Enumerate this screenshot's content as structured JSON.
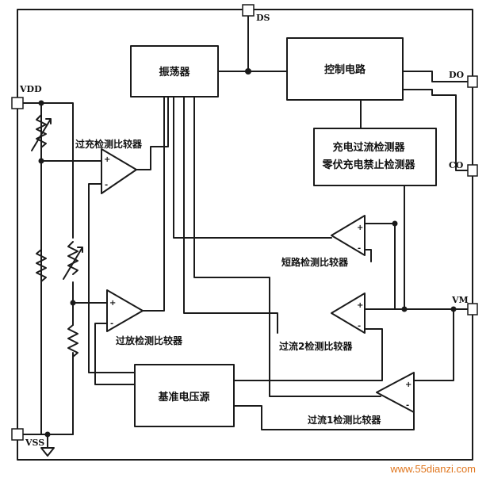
{
  "diagram": {
    "blocks": {
      "oscillator": "振荡器",
      "control": "控制电路",
      "charge_detector_line1": "充电过流检测器",
      "charge_detector_line2": "零伏充电禁止检测器",
      "reference": "基准电压源"
    },
    "comparators": {
      "overcharge": "过充检测比较器",
      "overdischarge": "过放检测比较器",
      "short_circuit": "短路检测比较器",
      "overcurrent2": "过流2检测比较器",
      "overcurrent1": "过流1检测比较器"
    },
    "pins": {
      "ds": "DS",
      "vdd": "VDD",
      "do": "DO",
      "co": "CO",
      "vm": "VM",
      "vss": "VSS"
    },
    "signs": {
      "plus": "+",
      "minus": "-"
    },
    "watermark": "www.55dianzi.com"
  },
  "colors": {
    "line": "#1a1a1a",
    "background": "#ffffff",
    "watermark": "#e0761e"
  }
}
